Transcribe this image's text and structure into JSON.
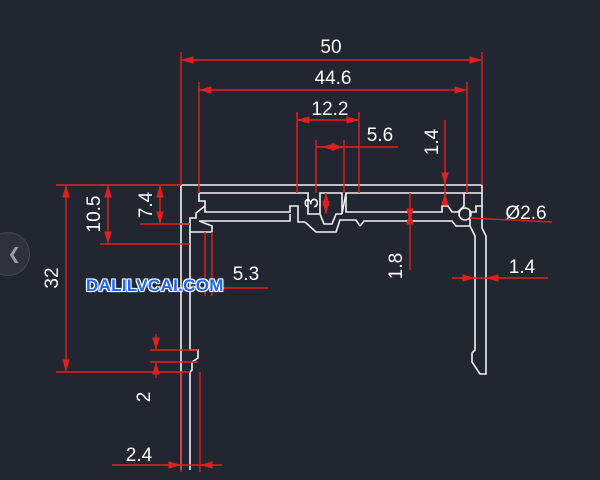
{
  "drawing": {
    "dimensions": {
      "overall_width": "50",
      "inner_width": "44.6",
      "center_channel": "12.2",
      "slot_width": "5.6",
      "top_wall": "1.4",
      "left_height": "10.5",
      "flange_height": "7.4",
      "slot_depth": "3",
      "hole_diameter": "Ø2.6",
      "inner_step": "1.8",
      "side_wall": "1.4",
      "lip_offset": "5.3",
      "total_height": "32",
      "lip_height": "2",
      "leg_width": "2.4"
    },
    "watermark": "DALILVCAI.COM",
    "colors": {
      "background": "#222630",
      "dimension": "#e02020",
      "profile": "#f2f2f2",
      "watermark": "#1565ff"
    },
    "nav_icon": "chevron-left-icon"
  }
}
